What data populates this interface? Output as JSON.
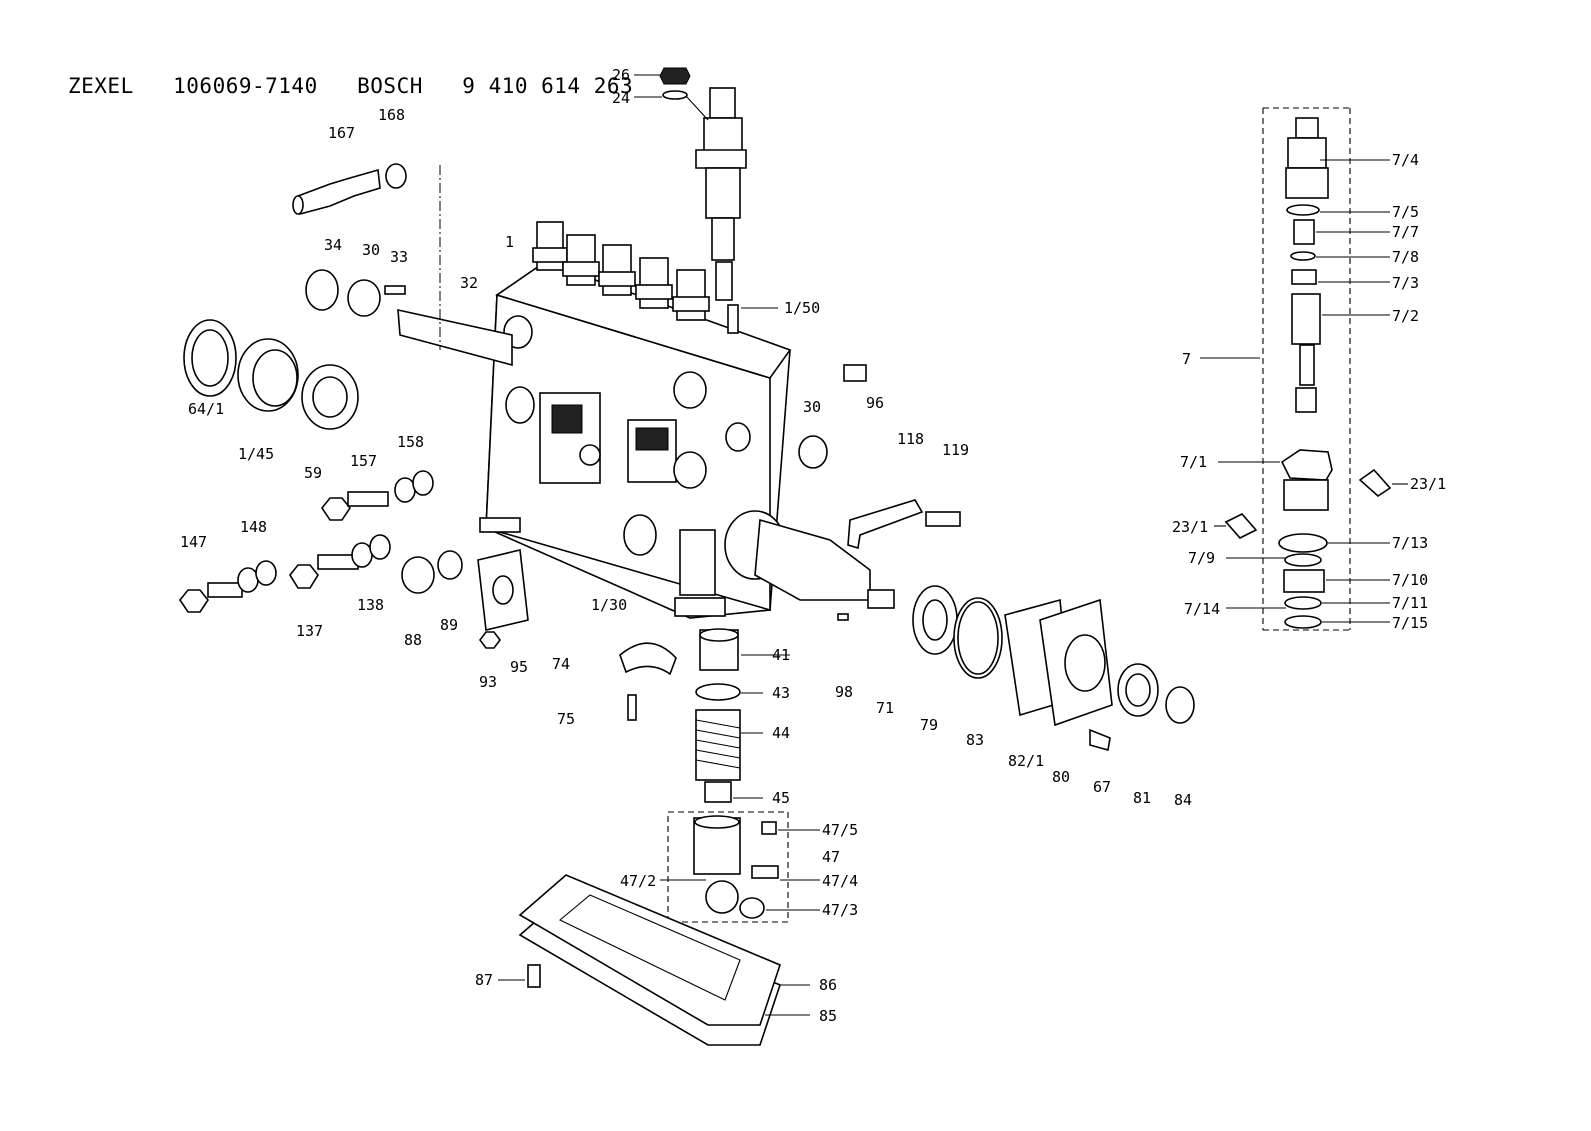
{
  "header": {
    "title": "ZEXEL   106069-7140   BOSCH   9 410 614 263"
  },
  "labels": {
    "l26": "26",
    "l24": "24",
    "l167": "167",
    "l168": "168",
    "l34": "34",
    "l30a": "30",
    "l33": "33",
    "l1": "1",
    "l32": "32",
    "l1_50": "1/50",
    "l64_1": "64/1",
    "l1_45": "1/45",
    "l59": "59",
    "l96": "96",
    "l30b": "30",
    "l158": "158",
    "l157": "157",
    "l118": "118",
    "l119": "119",
    "l147": "147",
    "l148": "148",
    "l137": "137",
    "l138": "138",
    "l88": "88",
    "l89": "89",
    "l1_30": "1/30",
    "l93": "93",
    "l95": "95",
    "l74": "74",
    "l41": "41",
    "l98": "98",
    "l71": "71",
    "l79": "79",
    "l83": "83",
    "l82_1": "82/1",
    "l80": "80",
    "l67": "67",
    "l81": "81",
    "l84": "84",
    "l43": "43",
    "l75": "75",
    "l44": "44",
    "l45": "45",
    "l47_5": "47/5",
    "l47": "47",
    "l47_2": "47/2",
    "l47_4": "47/4",
    "l47_3": "47/3",
    "l87": "87",
    "l86": "86",
    "l85": "85",
    "l7_4": "7/4",
    "l7_5": "7/5",
    "l7_7": "7/7",
    "l7_8": "7/8",
    "l7_3": "7/3",
    "l7_2": "7/2",
    "l7": "7",
    "l7_1": "7/1",
    "l23_1a": "23/1",
    "l23_1b": "23/1",
    "l7_13": "7/13",
    "l7_9": "7/9",
    "l7_10": "7/10",
    "l7_14": "7/14",
    "l7_11": "7/11",
    "l7_15": "7/15"
  }
}
